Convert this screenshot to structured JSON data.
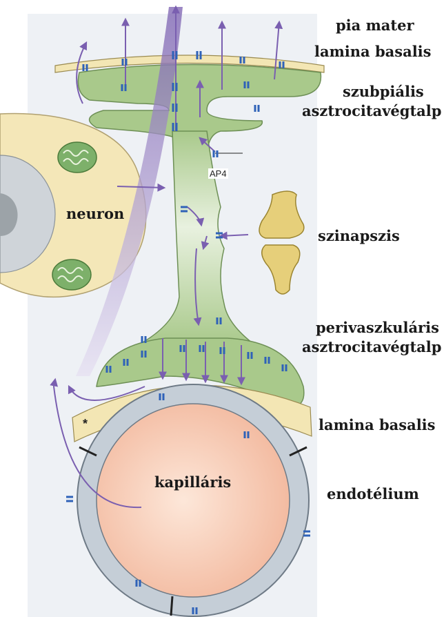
{
  "labels": {
    "pia_mater": "pia mater",
    "lamina_basalis_top": "lamina basalis",
    "subpial_line1": "szubpiális",
    "subpial_line2": "asztrocitavégtalp",
    "neuron": "neuron",
    "synapse": "szinapszis",
    "perivascular_line1": "perivaszkuláris",
    "perivascular_line2": "asztrocitavégtalp",
    "lamina_basalis_bottom": "lamina basalis",
    "capillary": "kapilláris",
    "endothelium": "endotélium",
    "ap4": "AP4",
    "asterisk": "*"
  },
  "colors": {
    "astrocyte": "#a9c98b",
    "astrocyte_light": "#e8f1df",
    "basal_lamina": "#f3e6b4",
    "neuron": "#f4e7b8",
    "nucleus": "#cfd4d9",
    "nucleolus": "#9ca3a8",
    "mitochondria": "#7db06a",
    "synapse": "#e6cf7a",
    "capillary_lumen": "#f6c9b4",
    "endothelium": "#c5ced7",
    "arrow": "#7a5fb0",
    "arrow_light": "#c8bde3",
    "channel": "#2f62b8"
  }
}
